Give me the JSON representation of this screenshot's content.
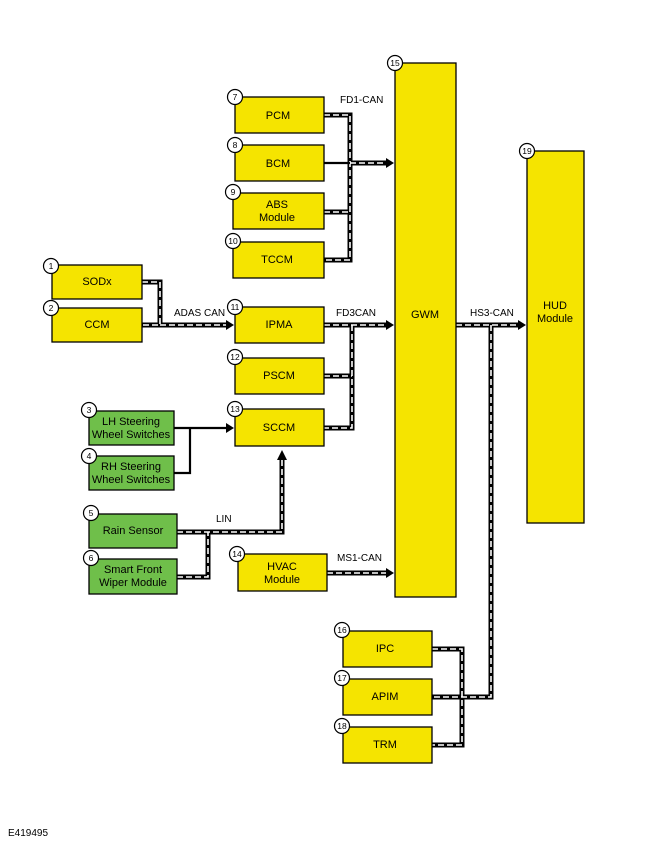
{
  "modules": {
    "m1": {
      "num": "1",
      "label": "SODx"
    },
    "m2": {
      "num": "2",
      "label": "CCM"
    },
    "m3": {
      "num": "3",
      "line1": "LH Steering",
      "line2": "Wheel Switches"
    },
    "m4": {
      "num": "4",
      "line1": "RH Steering",
      "line2": "Wheel Switches"
    },
    "m5": {
      "num": "5",
      "label": "Rain Sensor"
    },
    "m6": {
      "num": "6",
      "line1": "Smart Front",
      "line2": "Wiper Module"
    },
    "m7": {
      "num": "7",
      "label": "PCM"
    },
    "m8": {
      "num": "8",
      "label": "BCM"
    },
    "m9": {
      "num": "9",
      "line1": "ABS",
      "line2": "Module"
    },
    "m10": {
      "num": "10",
      "label": "TCCM"
    },
    "m11": {
      "num": "11",
      "label": "IPMA"
    },
    "m12": {
      "num": "12",
      "label": "PSCM"
    },
    "m13": {
      "num": "13",
      "label": "SCCM"
    },
    "m14": {
      "num": "14",
      "line1": "HVAC",
      "line2": "Module"
    },
    "m15": {
      "num": "15",
      "label": "GWM"
    },
    "m16": {
      "num": "16",
      "label": "IPC"
    },
    "m17": {
      "num": "17",
      "label": "APIM"
    },
    "m18": {
      "num": "18",
      "label": "TRM"
    },
    "m19": {
      "num": "19",
      "line1": "HUD",
      "line2": "Module"
    }
  },
  "buses": {
    "fd1": "FD1-CAN",
    "adas": "ADAS CAN",
    "fd3": "FD3CAN",
    "hs3": "HS3-CAN",
    "lin": "LIN",
    "ms1": "MS1-CAN"
  },
  "colors": {
    "module_yellow": "#f5e400",
    "module_green": "#6fbf4a"
  },
  "figure_id": "E419495"
}
